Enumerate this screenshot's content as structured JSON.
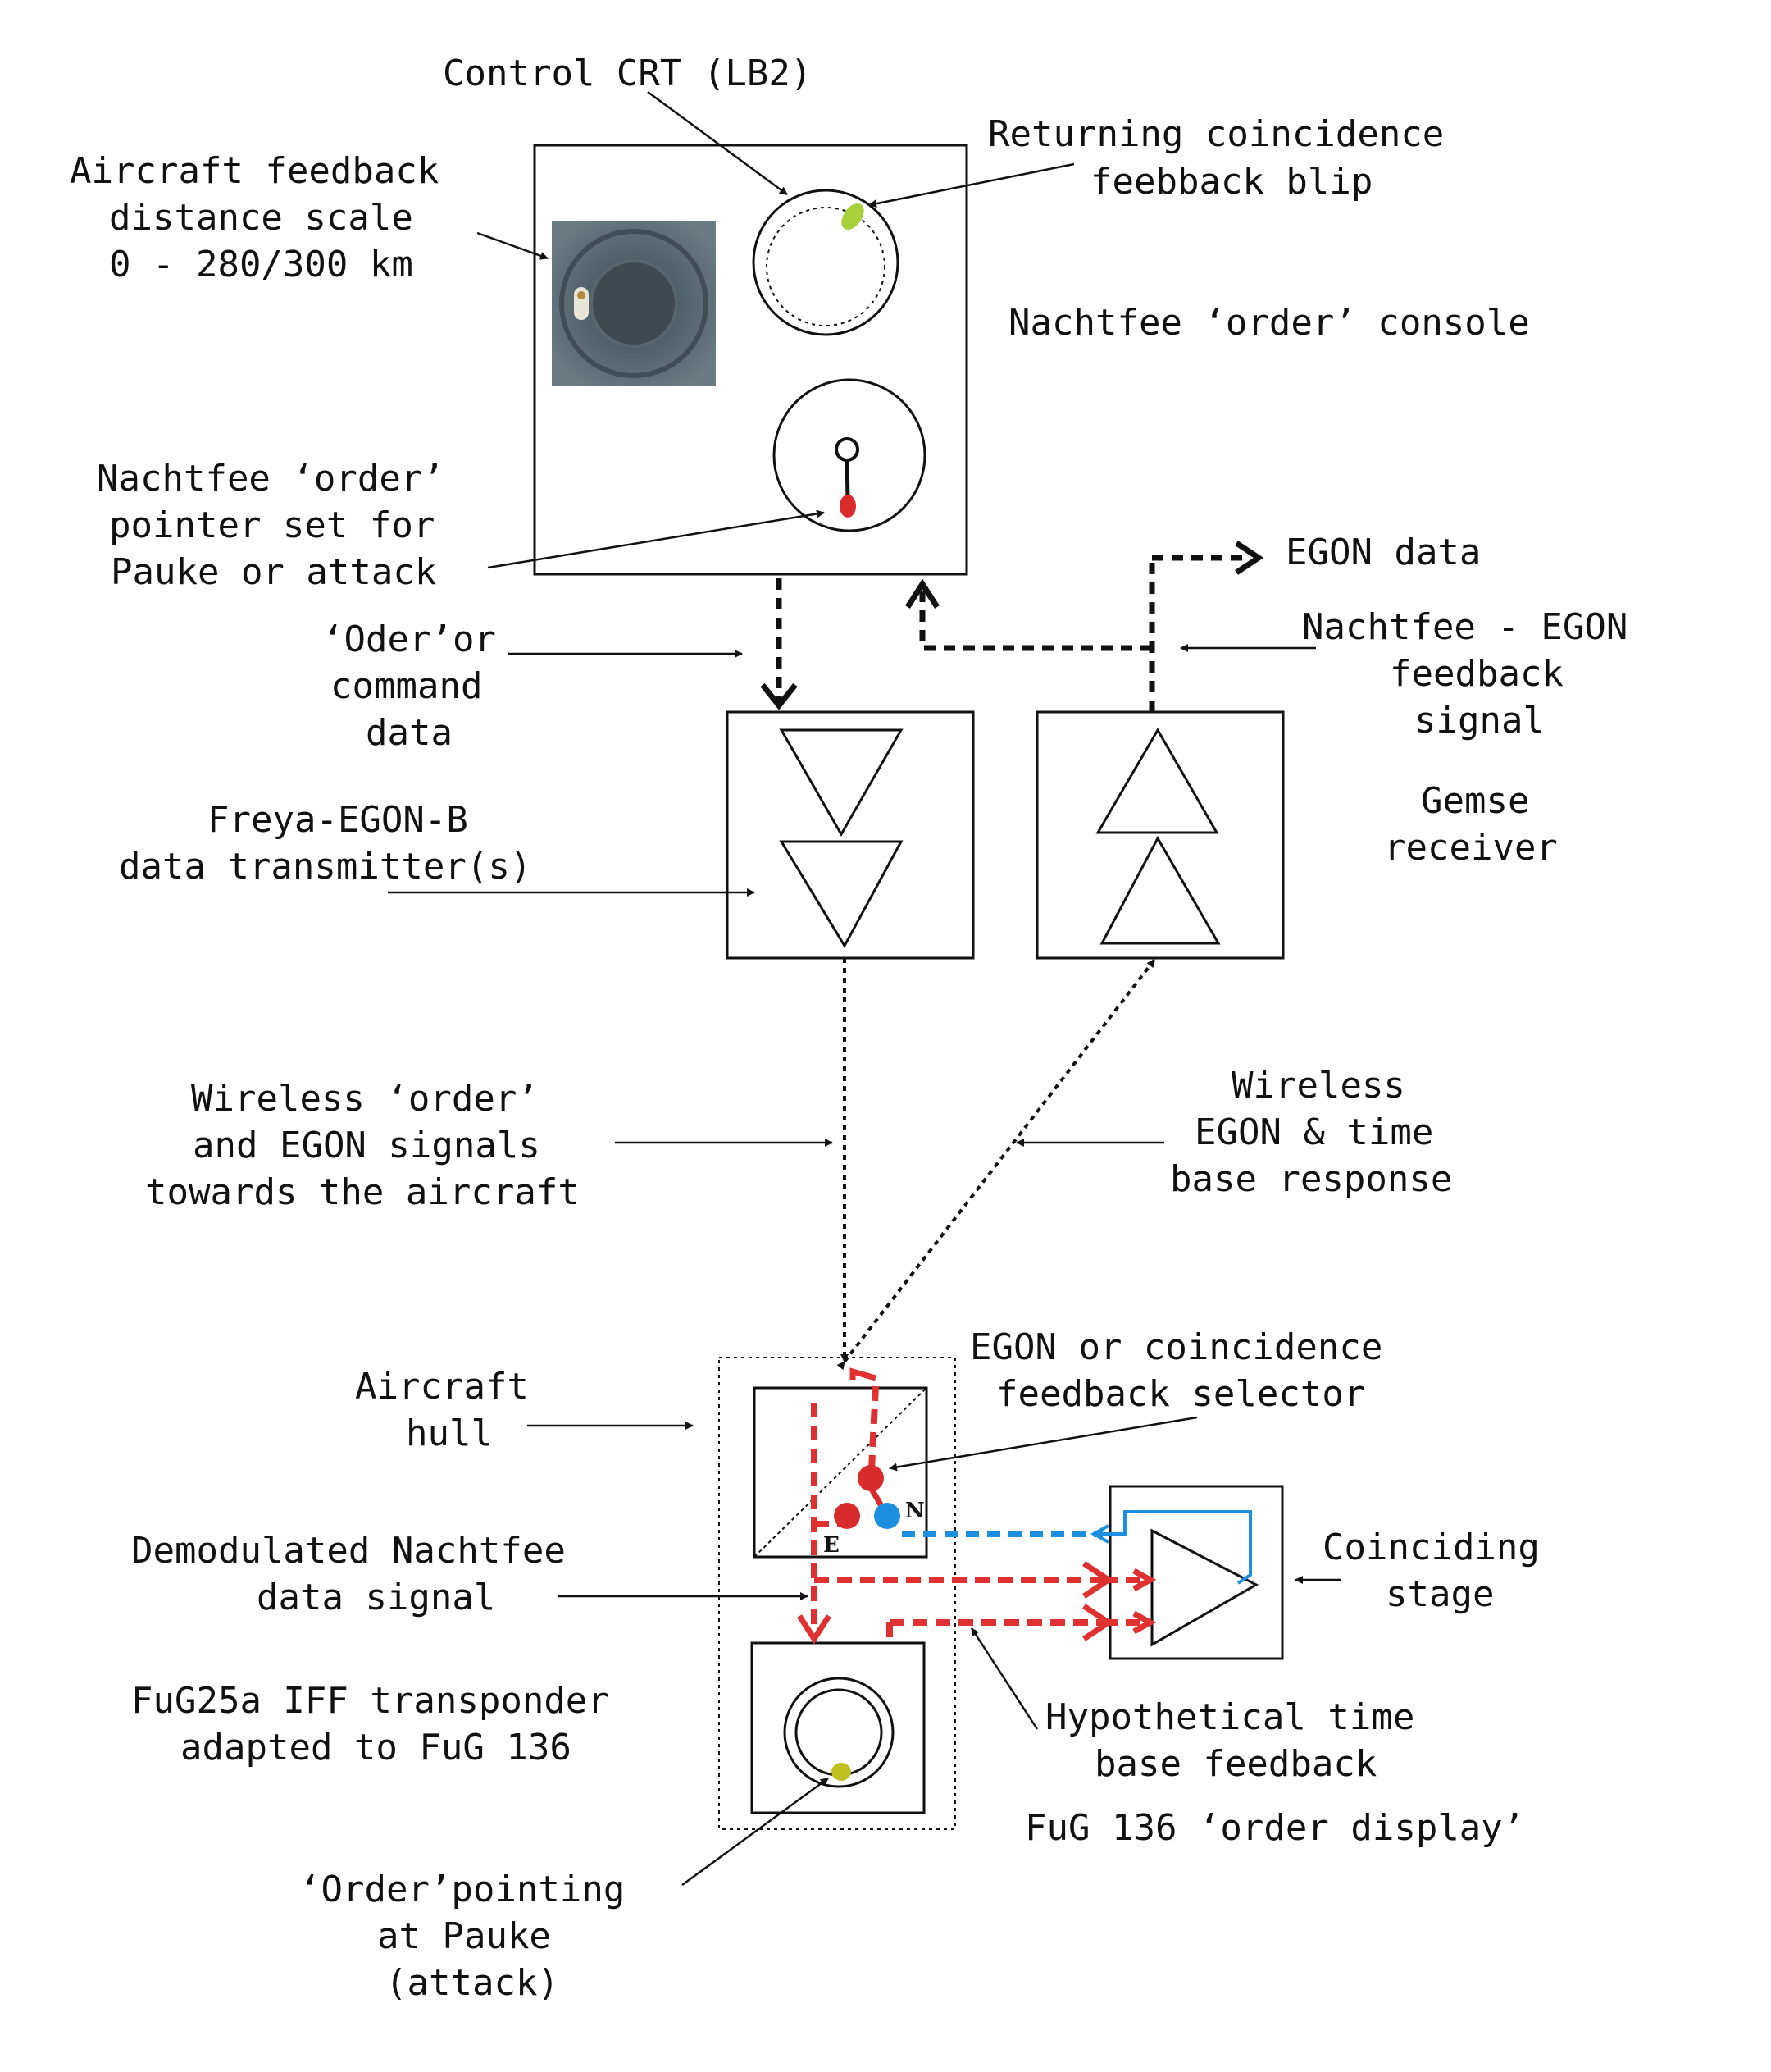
{
  "labels": {
    "control_crt": "Control CRT (LB2)",
    "returning_blip_1": "Returning coincidence",
    "returning_blip_2": "feebback blip",
    "aircraft_feedback_1": "Aircraft feedback",
    "aircraft_feedback_2": "distance scale",
    "aircraft_feedback_3": "0 - 280/300 km",
    "nachtfee_console": "Nachtfee ‘order’ console",
    "pointer_1": "Nachtfee ‘order’",
    "pointer_2": "pointer set for",
    "pointer_3": "Pauke or attack",
    "egon_data": "EGON data",
    "oder_1": "‘Oder’or",
    "oder_2": "command",
    "oder_3": "data",
    "feedback_signal_1": "Nachtfee - EGON",
    "feedback_signal_2": "feedback",
    "feedback_signal_3": "signal",
    "gemse_1": "Gemse",
    "gemse_2": "receiver",
    "freya_1": "Freya-EGON-B",
    "freya_2": "data transmitter(s)",
    "wireless_order_1": "Wireless ‘order’",
    "wireless_order_2": "and EGON signals",
    "wireless_order_3": "towards the aircraft",
    "wireless_egon_1": "Wireless",
    "wireless_egon_2": "EGON & time",
    "wireless_egon_3": "base response",
    "selector_1": "EGON or coincidence",
    "selector_2": "feedback selector",
    "hull_1": "Aircraft",
    "hull_2": "hull",
    "demod_1": "Demodulated Nachtfee",
    "demod_2": "data signal",
    "coinciding_1": "Coinciding",
    "coinciding_2": "stage",
    "fug25a_1": "FuG25a IFF transponder",
    "fug25a_2": "adapted to FuG 136",
    "hypothetical_1": "Hypothetical time",
    "hypothetical_2": "base feedback",
    "fug136_display": "FuG 136 ‘order display’",
    "order_pointing_1": "‘Order’pointing",
    "order_pointing_2": "at Pauke",
    "order_pointing_3": "(attack)",
    "switch_n": "N",
    "switch_e": "E"
  },
  "colors": {
    "line": "#111111",
    "red_signal": "#e03131",
    "blue_signal": "#1c8fe0",
    "blip_green": "#a6d13a",
    "pointer_red": "#d92b2b",
    "display_blip": "#c0c020",
    "photo_grey": "#5e7078"
  },
  "icons": {
    "photo": "distance-scale-photo-icon",
    "crt": "control-crt-icon",
    "pointer_dial": "order-pointer-dial-icon",
    "transmitter": "transmitter-triangles-icon",
    "receiver": "receiver-triangles-icon",
    "coinciding": "amplifier-triangle-icon"
  }
}
